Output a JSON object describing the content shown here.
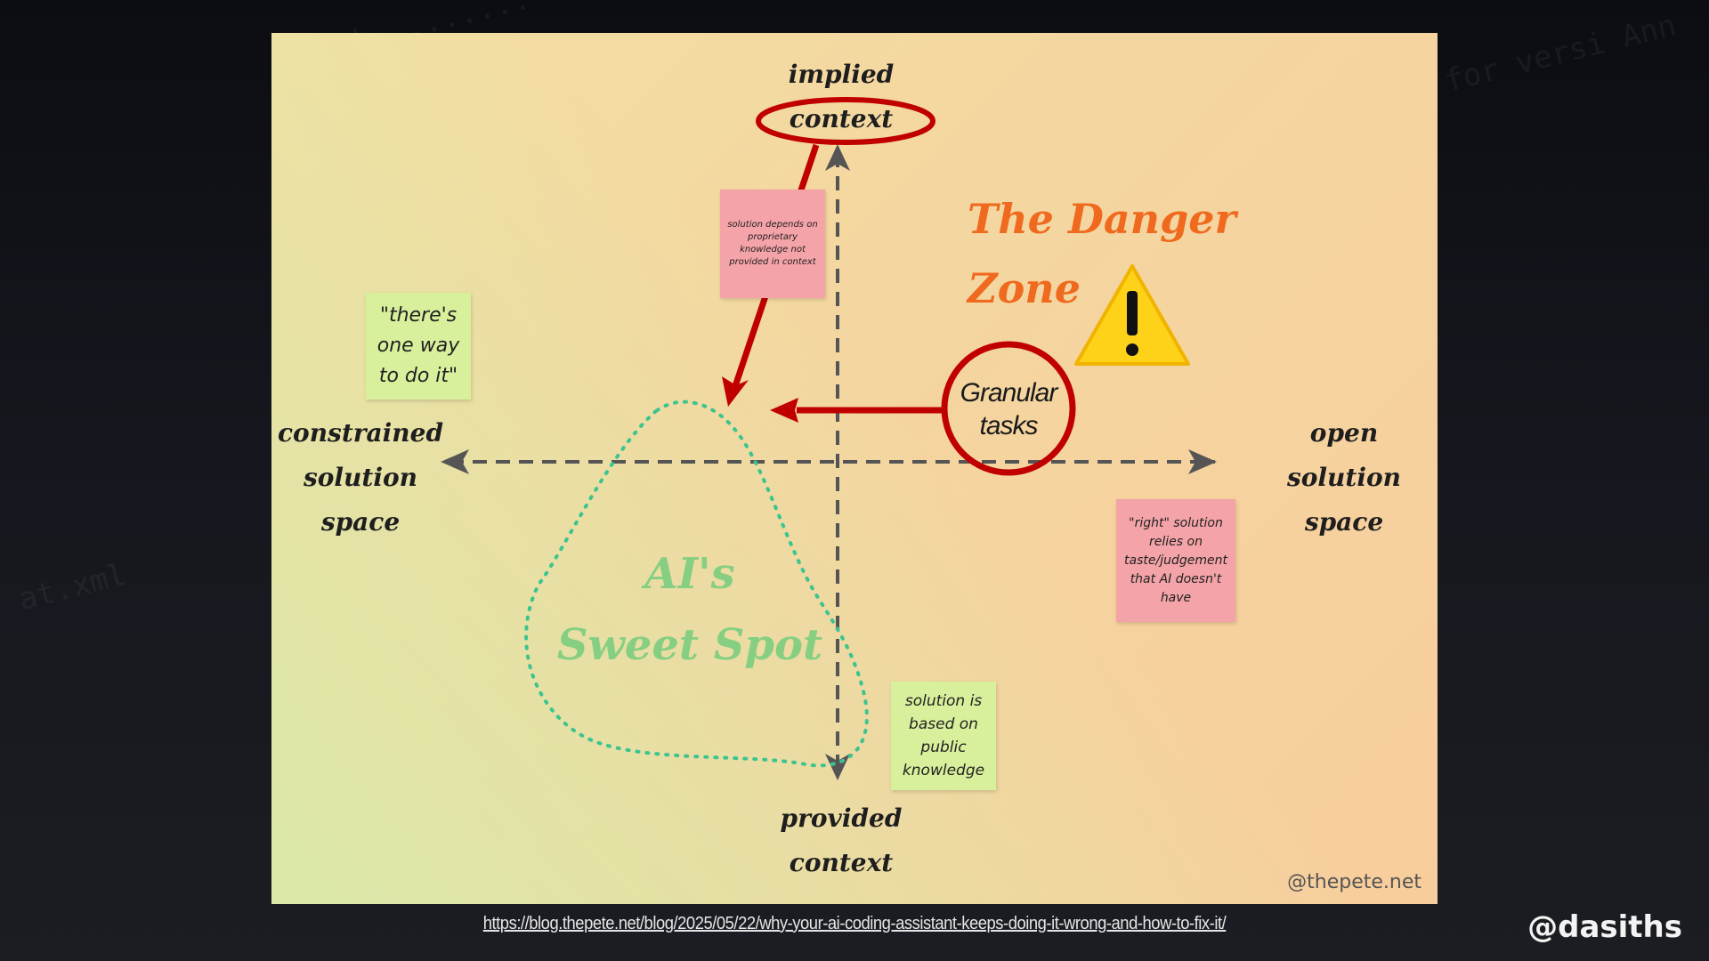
{
  "diagram": {
    "axis": {
      "top": [
        "implied",
        "context"
      ],
      "bottom": [
        "provided",
        "context"
      ],
      "left": [
        "constrained",
        "solution space"
      ],
      "right": [
        "open",
        "solution space"
      ]
    },
    "notes": {
      "one_way": "\"there's one way to do it\"",
      "proprietary": "solution depends on proprietary knowledge not provided in context",
      "public_knowledge": "solution is based on public knowledge",
      "taste": "\"right\" solution relies on taste/judgement that AI doesn't have"
    },
    "danger_zone": [
      "The Danger",
      "Zone"
    ],
    "warning_icon": "warning-triangle-icon",
    "sweet_spot": [
      "AI's",
      "Sweet Spot"
    ],
    "granular": [
      "Granular",
      "tasks"
    ],
    "credit": "@thepete.net",
    "colors": {
      "highlight_red": "#c00000",
      "danger_orange": "#ef6a1e",
      "sweet_green": "#86cf82",
      "dotted_teal": "#3cc48e",
      "axis_gray": "#555555"
    }
  },
  "footer": {
    "url": "https://blog.thepete.net/blog/2025/05/22/why-your-ai-coding-assistant-keeps-doing-it-wrong-and-how-to-fix-it/",
    "handle": "@dasiths"
  }
}
